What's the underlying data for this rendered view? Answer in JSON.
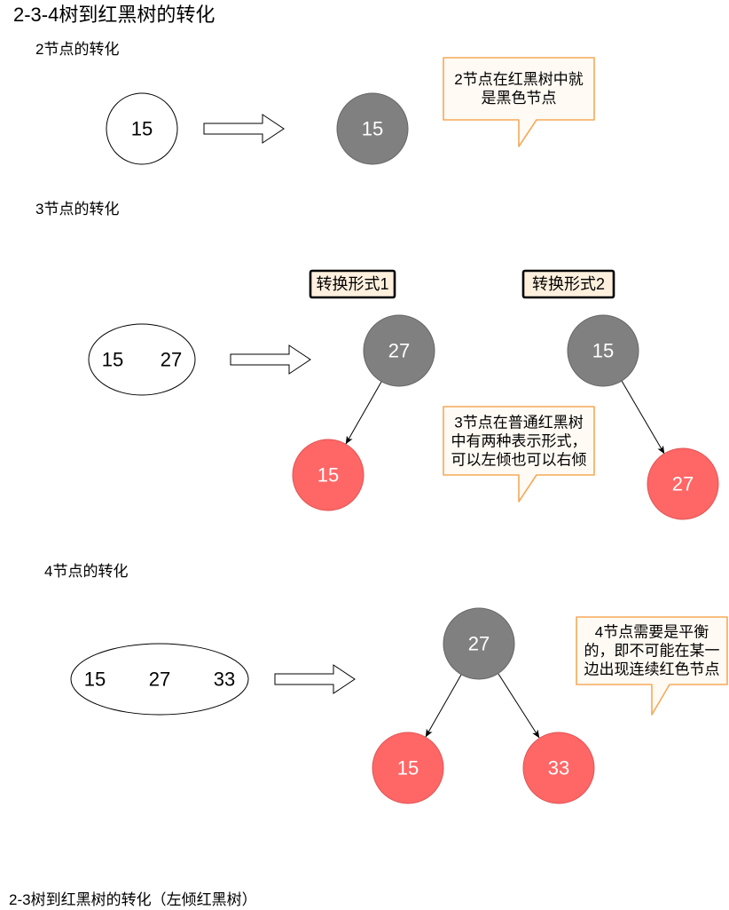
{
  "title": "2-3-4树到红黑树的转化",
  "two_node": {
    "heading": "2节点的转化",
    "source_key": "15",
    "black_key": "15",
    "note": [
      "2节点在红黑树中就",
      "是黑色节点"
    ]
  },
  "three_node": {
    "heading": "3节点的转化",
    "source_keys": [
      "15",
      "27"
    ],
    "form1": {
      "label": "转换形式1",
      "black_key": "27",
      "red_key": "15"
    },
    "form2": {
      "label": "转换形式2",
      "black_key": "15",
      "red_key": "27"
    },
    "note": [
      "3节点在普通红黑树",
      "中有两种表示形式，",
      "可以左倾也可以右倾"
    ]
  },
  "four_node": {
    "heading": "4节点的转化",
    "source_keys": [
      "15",
      "27",
      "33"
    ],
    "black_key": "27",
    "red_left_key": "15",
    "red_right_key": "33",
    "note": [
      "4节点需要是平衡",
      "的，即不可能在某一",
      "边出现连续红色节点"
    ]
  },
  "footer": "2-3树到红黑树的转化（左倾红黑树）",
  "colors": {
    "black_node": "#808080",
    "red_node": "#FF6666",
    "note_border": "#F5A95A",
    "note_fill": "#FFFAF3",
    "label_fill": "#FFF0DE"
  }
}
